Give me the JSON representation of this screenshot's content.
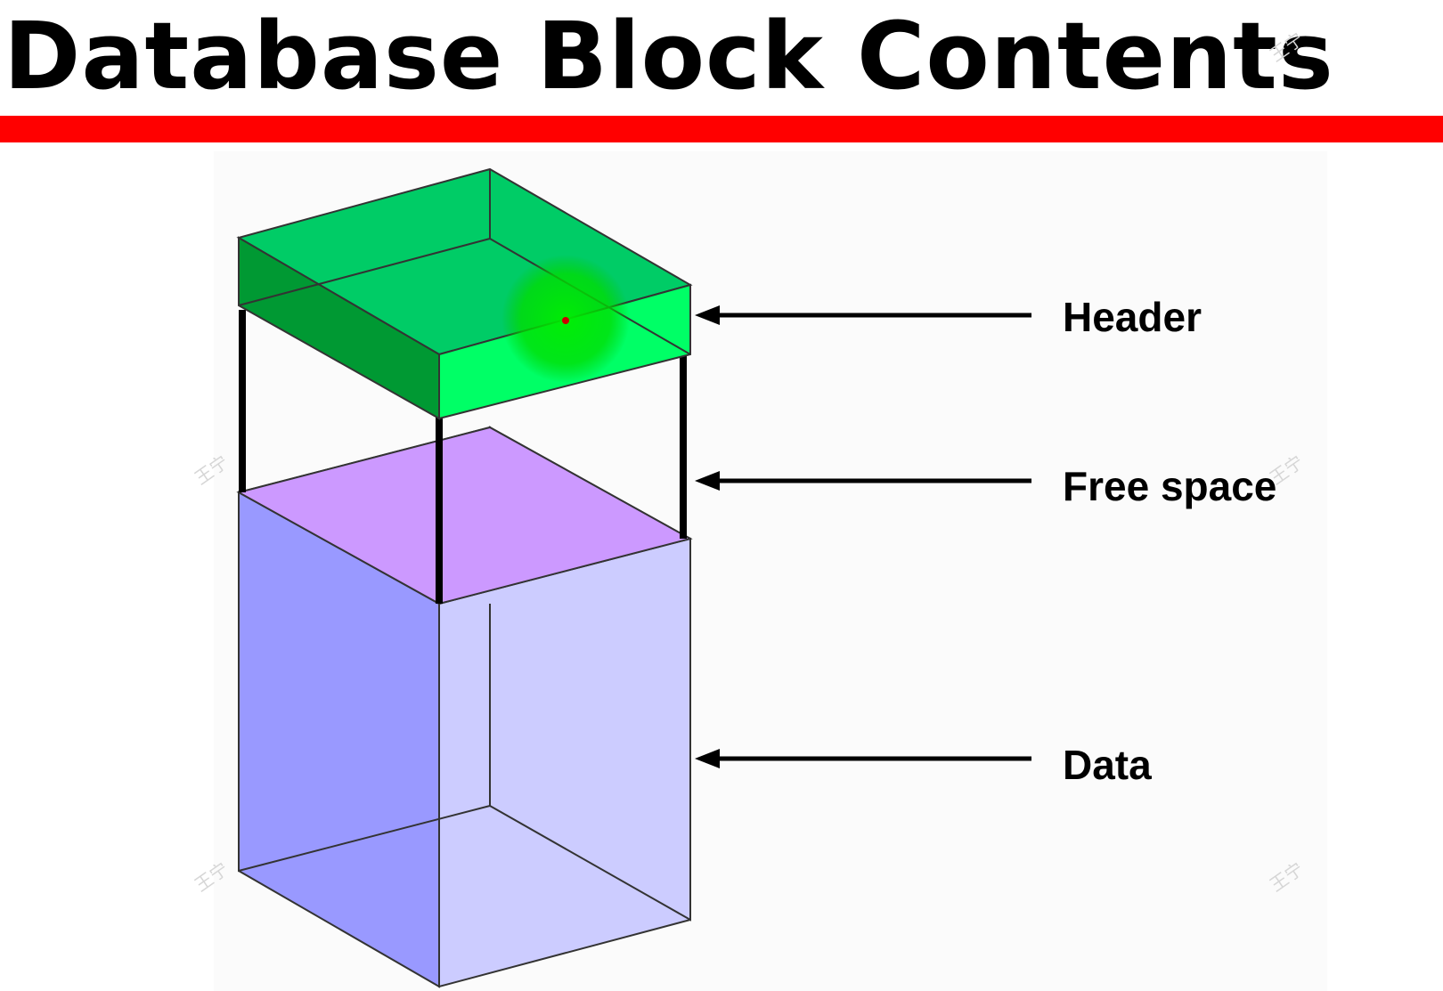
{
  "title": "Database Block Contents",
  "labels": {
    "header": "Header",
    "free_space": "Free space",
    "data": "Data"
  },
  "watermark": "王宁",
  "colors": {
    "title_rule": "#ff0000",
    "header_top": "#00cc66",
    "header_side_dark": "#009933",
    "header_side_light": "#00ff66",
    "free_space": "#cc99ff",
    "data_front_left": "#9999ff",
    "data_front_right": "#ccccff",
    "pointer_highlight": "#00ee00"
  }
}
